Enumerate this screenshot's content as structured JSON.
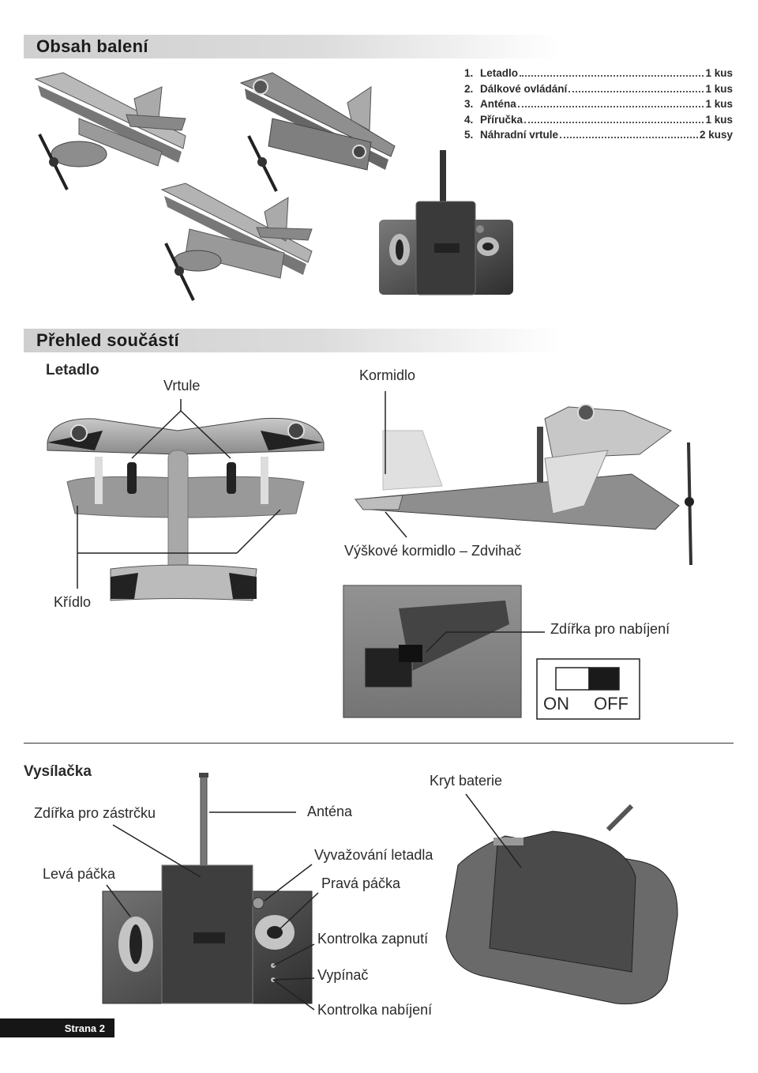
{
  "sections": {
    "contents_title": "Obsah balení",
    "parts_title": "Přehled součástí"
  },
  "contents_list": [
    {
      "num": "1.",
      "name": "Letadlo",
      "qty": "1 kus"
    },
    {
      "num": "2.",
      "name": "Dálkové ovládání",
      "qty": "1 kus"
    },
    {
      "num": "3.",
      "name": "Anténa",
      "qty": "1 kus"
    },
    {
      "num": "4.",
      "name": "Příručka",
      "qty": "1 kus"
    },
    {
      "num": "5.",
      "name": "Náhradní vrtule",
      "qty": "2 kusy"
    }
  ],
  "plane": {
    "heading": "Letadlo",
    "propellers": "Vrtule",
    "rudder": "Kormidlo",
    "elevator": "Výškové kormidlo – Zdvihač",
    "wing": "Křídlo",
    "charging_socket": "Zdířka pro nabíjení",
    "switch_on": "ON",
    "switch_off": "OFF"
  },
  "transmitter": {
    "heading": "Vysílačka",
    "battery_cover": "Kryt baterie",
    "plug_socket": "Zdířka pro zástrčku",
    "antenna": "Anténa",
    "trim": "Vyvažování letadla",
    "left_stick": "Levá páčka",
    "right_stick": "Pravá páčka",
    "power_led": "Kontrolka zapnutí",
    "power_switch": "Vypínač",
    "charge_led": "Kontrolka nabíjení"
  },
  "footer": {
    "page": "Strana 2"
  },
  "colors": {
    "banner": "#d6d6d6",
    "footer_bg": "#161616",
    "switch_on_fill": "#ffffff",
    "switch_off_fill": "#1a1a1a"
  }
}
